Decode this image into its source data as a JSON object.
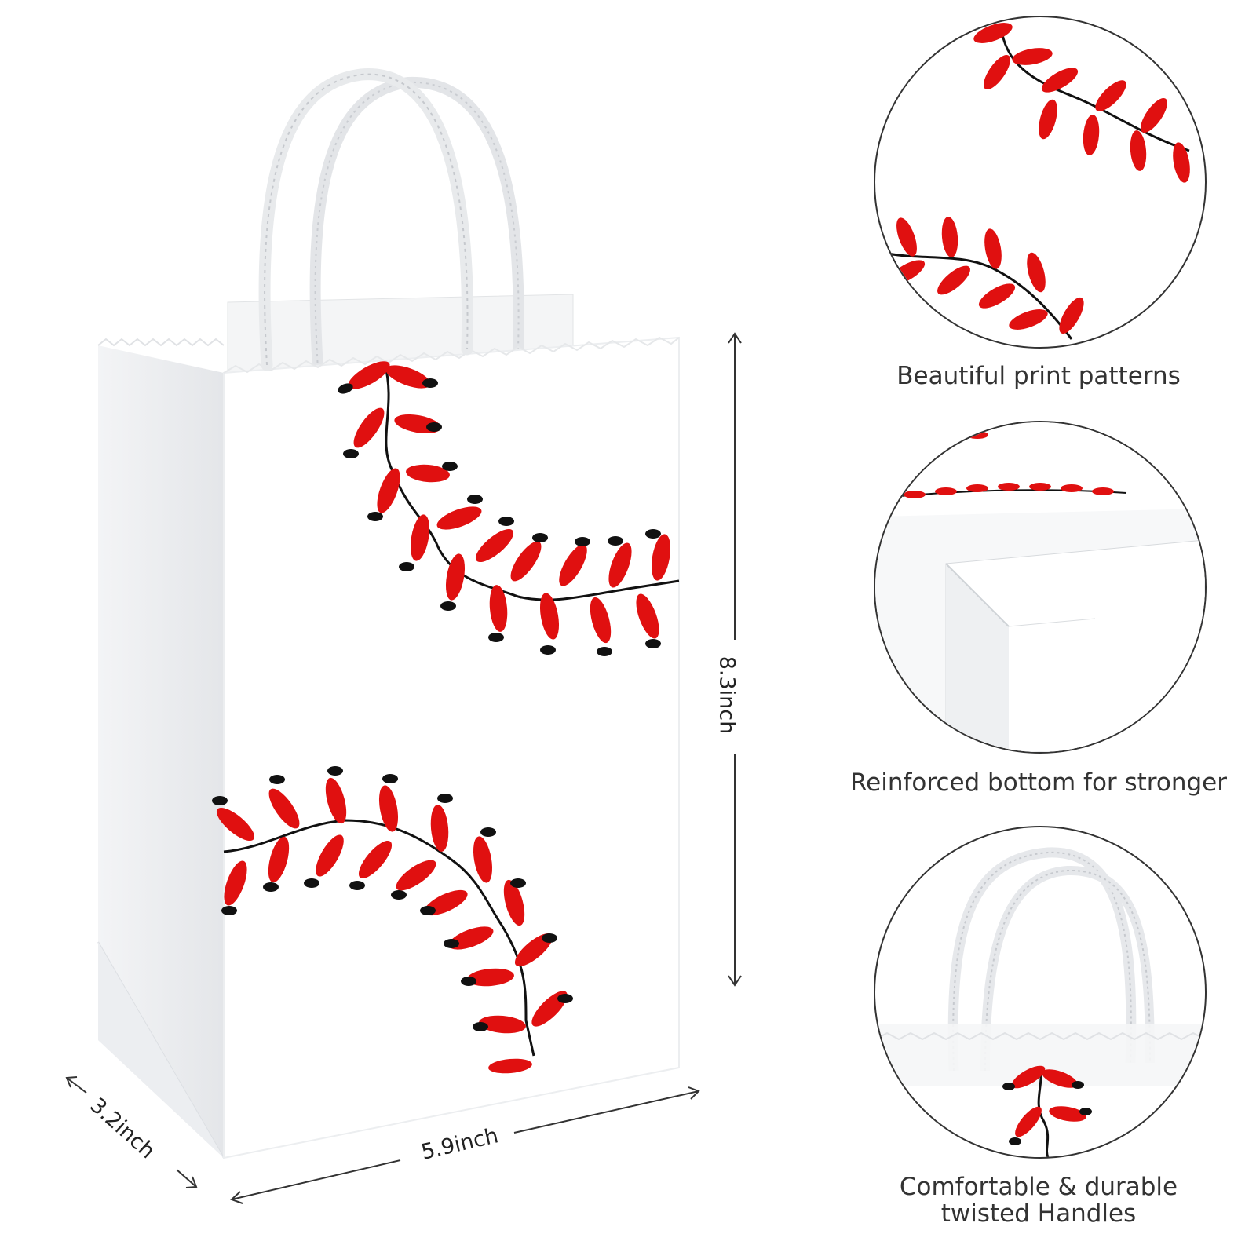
{
  "dimensions": {
    "height": "8.3inch",
    "width": "5.9inch",
    "depth": "3.2inch"
  },
  "features": [
    {
      "caption": "Beautiful print patterns",
      "icon": "stitch-pattern-closeup"
    },
    {
      "caption": "Reinforced bottom for stronger",
      "icon": "bag-bottom-closeup"
    },
    {
      "caption_line1": "Comfortable & durable",
      "caption_line2": "twisted Handles",
      "icon": "twisted-handle-closeup"
    }
  ],
  "colors": {
    "stitch_red": "#e01010",
    "stitch_black": "#111111",
    "bag_white": "#ffffff",
    "bag_shade": "#eef0f2",
    "handle": "#e8eaec"
  }
}
